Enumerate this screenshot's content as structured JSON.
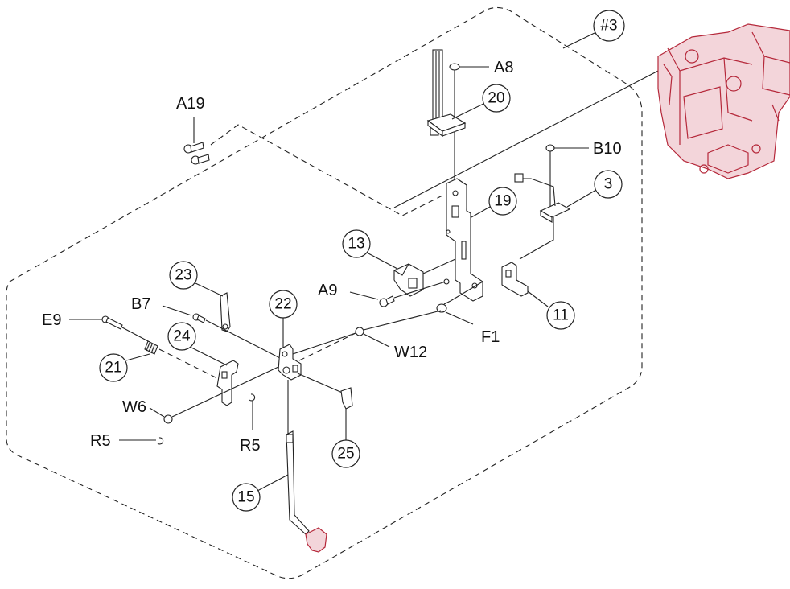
{
  "diagram": {
    "group_label": "#3",
    "colors": {
      "line": "#222222",
      "highlight": "#b5283a",
      "highlight_fill": "#f3d5da"
    },
    "callouts": {
      "c20": "20",
      "c19": "19",
      "c3": "3",
      "c13": "13",
      "c11": "11",
      "c23": "23",
      "c22": "22",
      "c24": "24",
      "c21": "21",
      "c25": "25",
      "c15": "15"
    },
    "labels": {
      "a8": "A8",
      "a19": "A19",
      "b10": "B10",
      "a9": "A9",
      "f1": "F1",
      "w12": "W12",
      "b7": "B7",
      "e9": "E9",
      "w6": "W6",
      "r5_left": "R5",
      "r5_center": "R5"
    }
  }
}
